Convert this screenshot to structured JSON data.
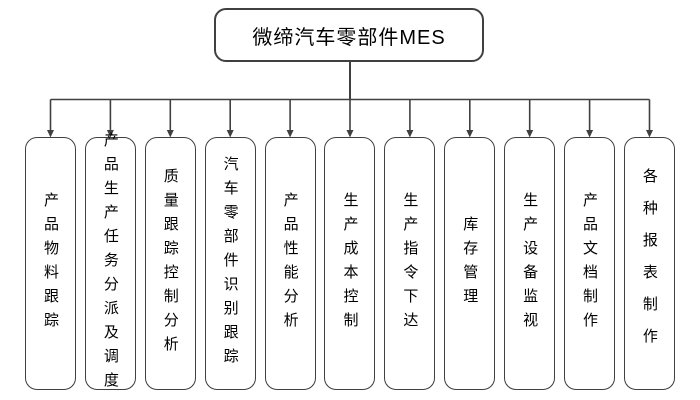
{
  "root": {
    "title": "微缔汽车零部件MES"
  },
  "modules": [
    {
      "label": "产品物料跟踪"
    },
    {
      "label": "产品生产任务分派及调度"
    },
    {
      "label": "质量跟踪控制分析"
    },
    {
      "label": "汽车零部件识别跟踪"
    },
    {
      "label": "产品性能分析"
    },
    {
      "label": "生产成本控制"
    },
    {
      "label": "生产指令下达"
    },
    {
      "label": "库存管理"
    },
    {
      "label": "生产设备监视"
    },
    {
      "label": "产品文档制作"
    },
    {
      "label": "各种报表制作"
    }
  ],
  "colors": {
    "line": "#404040",
    "border": "#404040",
    "text": "#000000",
    "background": "#ffffff"
  }
}
